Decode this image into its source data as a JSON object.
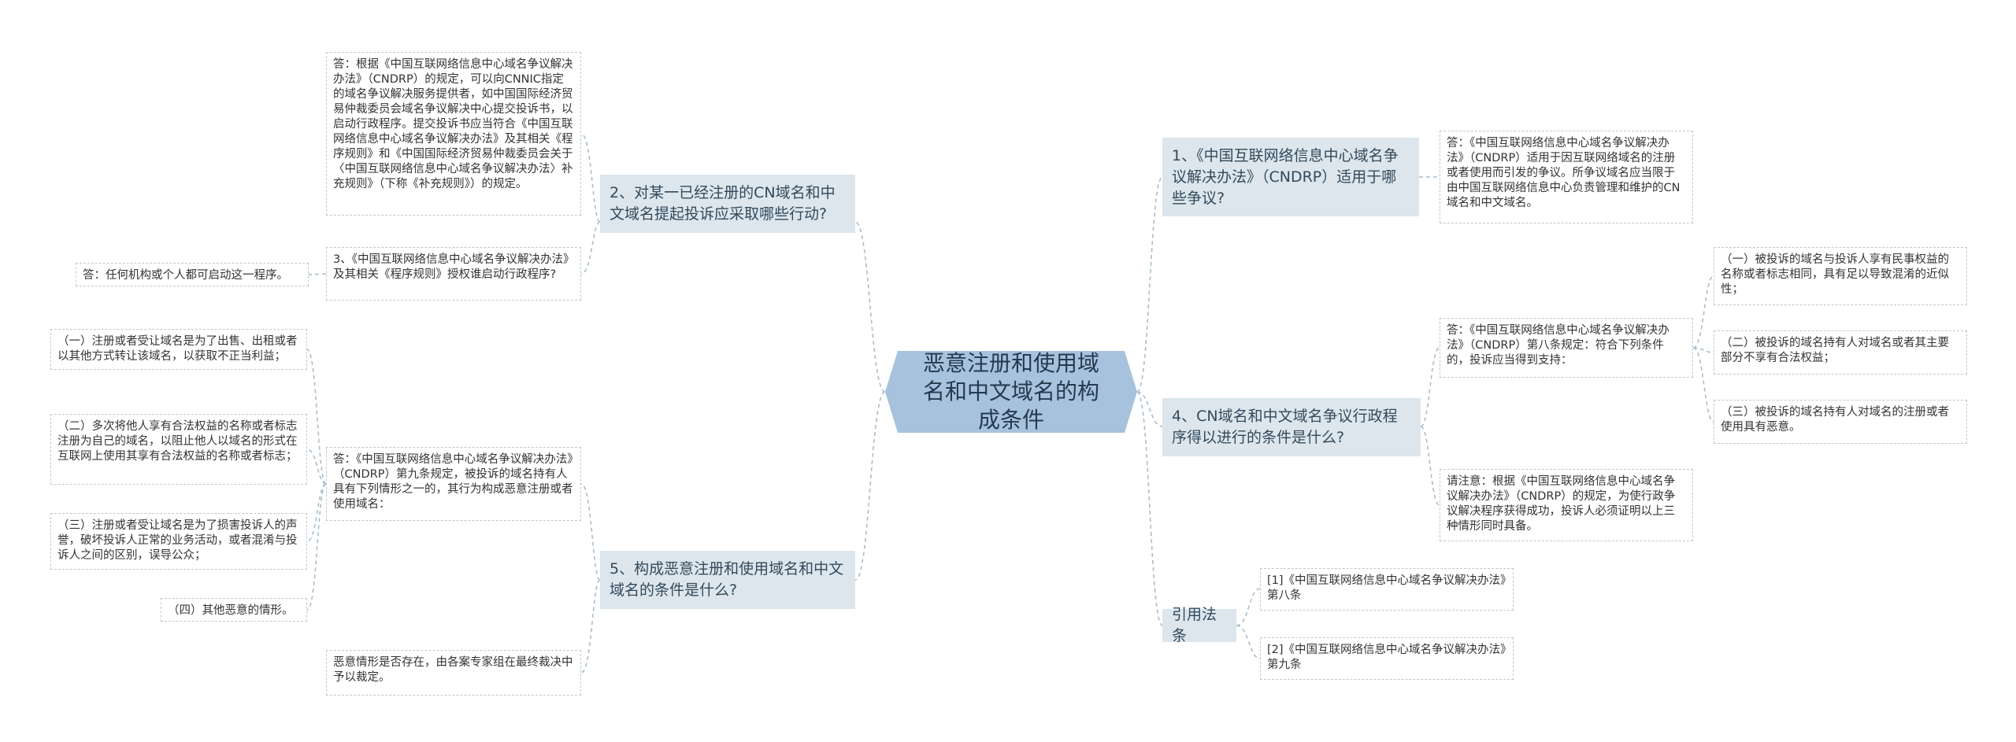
{
  "root": "恶意注册和使用域名和中文域名的构成条件",
  "left": {
    "q2": {
      "title": "2、对某一已经注册的CN域名和中文域名提起投诉应采取哪些行动?",
      "answer": "答：根据《中国互联网络信息中心域名争议解决办法》（CNDRP）的规定，可以向CNNIC指定的域名争议解决服务提供者，如中国国际经济贸易仲裁委员会域名争议解决中心提交投诉书，以启动行政程序。提交投诉书应当符合《中国互联网络信息中心域名争议解决办法》及其相关《程序规则》和《中国国际经济贸易仲裁委员会关于〈中国互联网络信息中心域名争议解决办法〉补充规则》（下称《补充规则》）的规定。",
      "q3": "3、《中国互联网络信息中心域名争议解决办法》及其相关《程序规则》授权谁启动行政程序?",
      "q3_answer": "答：任何机构或个人都可启动这一程序。"
    },
    "q5": {
      "title": "5、构成恶意注册和使用域名和中文域名的条件是什么?",
      "answer": "答：《中国互联网络信息中心域名争议解决办法》（CNDRP）第九条规定，被投诉的域名持有人具有下列情形之一的，其行为构成恶意注册或者使用域名：",
      "cases": [
        "（一）注册或者受让域名是为了出售、出租或者以其他方式转让该域名，以获取不正当利益；",
        "（二）多次将他人享有合法权益的名称或者标志注册为自己的域名，以阻止他人以域名的形式在互联网上使用其享有合法权益的名称或者标志；",
        "（三）注册或者受让域名是为了损害投诉人的声誉，破坏投诉人正常的业务活动，或者混淆与投诉人之间的区别，误导公众；",
        "（四）其他恶意的情形。"
      ],
      "note": "恶意情形是否存在，由各案专家组在最终裁决中予以裁定。"
    }
  },
  "right": {
    "q1": {
      "title": "1、《中国互联网络信息中心域名争议解决办法》（CNDRP）适用于哪些争议?",
      "answer": "答：《中国互联网络信息中心域名争议解决办法》（CNDRP）适用于因互联网络域名的注册或者使用而引发的争议。所争议域名应当限于由中国互联网络信息中心负责管理和维护的CN域名和中文域名。"
    },
    "q4": {
      "title": "4、CN域名和中文域名争议行政程序得以进行的条件是什么?",
      "answer": "答：《中国互联网络信息中心域名争议解决办法》（CNDRP）第八条规定：符合下列条件的，投诉应当得到支持：",
      "conditions": [
        "（一）被投诉的域名与投诉人享有民事权益的名称或者标志相同，具有足以导致混淆的近似性；",
        "（二）被投诉的域名持有人对域名或者其主要部分不享有合法权益；",
        "（三）被投诉的域名持有人对域名的注册或者使用具有恶意。"
      ],
      "note": "请注意：根据《中国互联网络信息中心域名争议解决办法》（CNDRP）的规定，为使行政争议解决程序获得成功，投诉人必须证明以上三种情形同时具备。"
    },
    "refs": {
      "title": "引用法条",
      "items": [
        "[1]《中国互联网络信息中心域名争议解决办法》第八条",
        "[2]《中国互联网络信息中心域名争议解决办法》第九条"
      ]
    }
  },
  "colors": {
    "root_fill": "#a7c2dc",
    "topic_fill": "#dce6ec",
    "connector": "#a8bfcc",
    "leaf_border": "#c2c8cc"
  }
}
